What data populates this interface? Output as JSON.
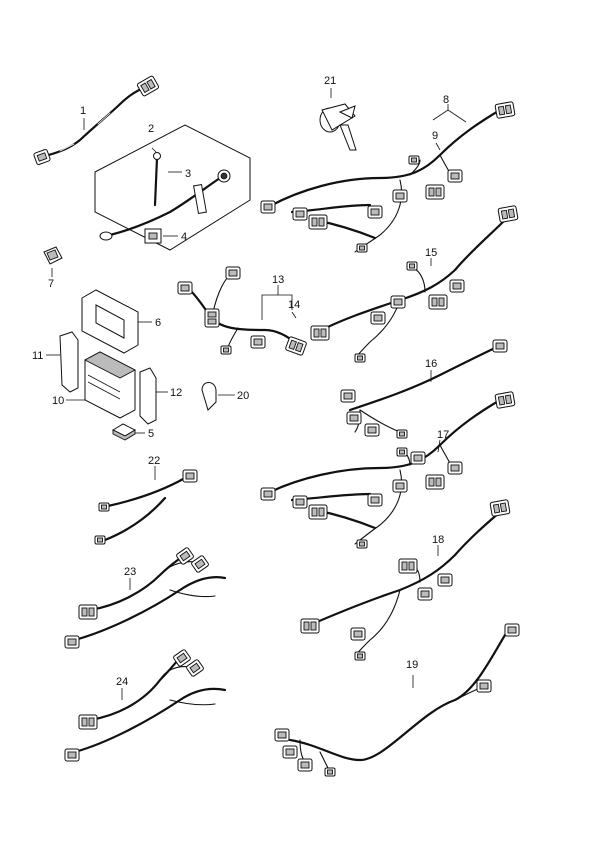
{
  "parts": [
    {
      "id": "1",
      "label": "1"
    },
    {
      "id": "2",
      "label": "2"
    },
    {
      "id": "3",
      "label": "3"
    },
    {
      "id": "4",
      "label": "4"
    },
    {
      "id": "5",
      "label": "5"
    },
    {
      "id": "6",
      "label": "6"
    },
    {
      "id": "7",
      "label": "7"
    },
    {
      "id": "8",
      "label": "8"
    },
    {
      "id": "9",
      "label": "9"
    },
    {
      "id": "10",
      "label": "10"
    },
    {
      "id": "11",
      "label": "11"
    },
    {
      "id": "12",
      "label": "12"
    },
    {
      "id": "13",
      "label": "13"
    },
    {
      "id": "14",
      "label": "14"
    },
    {
      "id": "15",
      "label": "15"
    },
    {
      "id": "16",
      "label": "16"
    },
    {
      "id": "17",
      "label": "17"
    },
    {
      "id": "18",
      "label": "18"
    },
    {
      "id": "19",
      "label": "19"
    },
    {
      "id": "20",
      "label": "20"
    },
    {
      "id": "21",
      "label": "21"
    },
    {
      "id": "22",
      "label": "22"
    },
    {
      "id": "23",
      "label": "23"
    },
    {
      "id": "24",
      "label": "24"
    }
  ]
}
